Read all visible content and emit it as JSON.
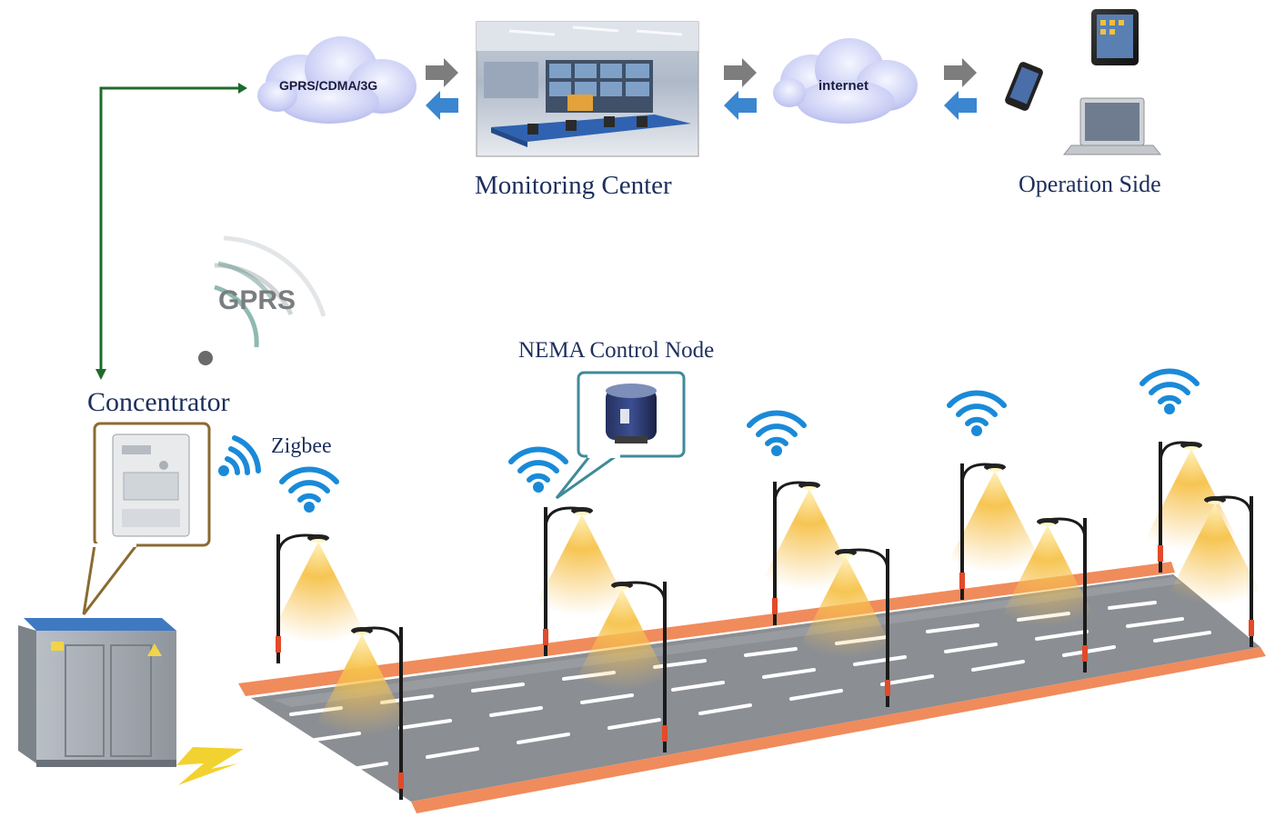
{
  "labels": {
    "monitoring_center": "Monitoring Center",
    "operation_side": "Operation Side",
    "nema_control_node": "NEMA Control Node",
    "concentrator": "Concentrator",
    "zigbee": "Zigbee",
    "gprs": "GPRS"
  },
  "clouds": {
    "left": "GPRS/CDMA/3G",
    "right": "internet"
  },
  "colors": {
    "text": "#1d2f5c",
    "link_line": "#1e6b2a",
    "wifi": "#1a8ad8",
    "arrow_gray": "#7d7d7d",
    "arrow_blue": "#3a86d0",
    "lamp_glow": "#f2b33a",
    "road": "#8d9094",
    "curb": "#f07a4a"
  }
}
